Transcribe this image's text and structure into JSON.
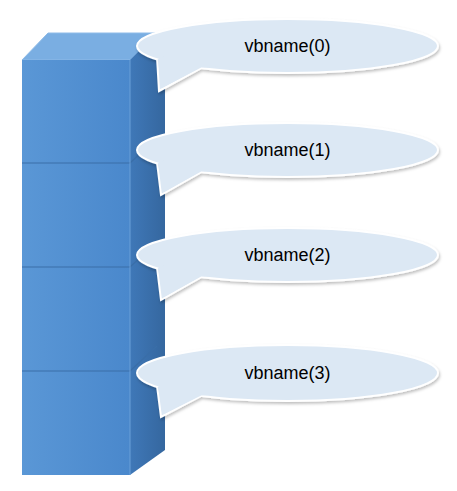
{
  "diagram": {
    "nodes": [
      {
        "text": [
          "vbname(0)"
        ]
      },
      {
        "text": [
          "vbname(1)"
        ]
      },
      {
        "text": [
          "vbname(2)"
        ]
      },
      {
        "text": [
          "vbname(3)"
        ]
      }
    ]
  }
}
